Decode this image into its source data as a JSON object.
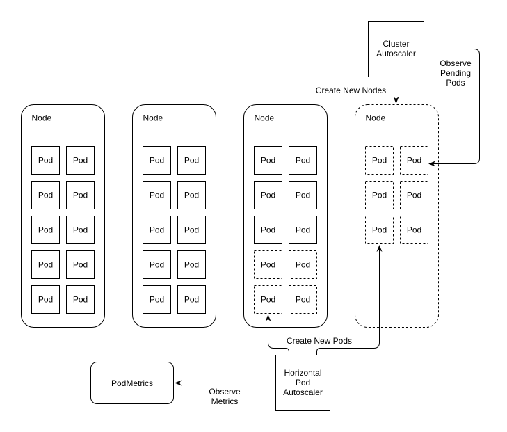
{
  "colors": {
    "stroke": "#000000",
    "background": "#ffffff",
    "text": "#000000"
  },
  "nodes": [
    {
      "label": "Node",
      "border": "solid",
      "pods": [
        {
          "label": "Pod",
          "border": "solid"
        },
        {
          "label": "Pod",
          "border": "solid"
        },
        {
          "label": "Pod",
          "border": "solid"
        },
        {
          "label": "Pod",
          "border": "solid"
        },
        {
          "label": "Pod",
          "border": "solid"
        },
        {
          "label": "Pod",
          "border": "solid"
        },
        {
          "label": "Pod",
          "border": "solid"
        },
        {
          "label": "Pod",
          "border": "solid"
        },
        {
          "label": "Pod",
          "border": "solid"
        },
        {
          "label": "Pod",
          "border": "solid"
        }
      ]
    },
    {
      "label": "Node",
      "border": "solid",
      "pods": [
        {
          "label": "Pod",
          "border": "solid"
        },
        {
          "label": "Pod",
          "border": "solid"
        },
        {
          "label": "Pod",
          "border": "solid"
        },
        {
          "label": "Pod",
          "border": "solid"
        },
        {
          "label": "Pod",
          "border": "solid"
        },
        {
          "label": "Pod",
          "border": "solid"
        },
        {
          "label": "Pod",
          "border": "solid"
        },
        {
          "label": "Pod",
          "border": "solid"
        },
        {
          "label": "Pod",
          "border": "solid"
        },
        {
          "label": "Pod",
          "border": "solid"
        }
      ]
    },
    {
      "label": "Node",
      "border": "solid",
      "pods": [
        {
          "label": "Pod",
          "border": "solid"
        },
        {
          "label": "Pod",
          "border": "solid"
        },
        {
          "label": "Pod",
          "border": "solid"
        },
        {
          "label": "Pod",
          "border": "solid"
        },
        {
          "label": "Pod",
          "border": "solid"
        },
        {
          "label": "Pod",
          "border": "solid"
        },
        {
          "label": "Pod",
          "border": "dashed"
        },
        {
          "label": "Pod",
          "border": "dashed"
        },
        {
          "label": "Pod",
          "border": "dashed"
        },
        {
          "label": "Pod",
          "border": "dashed"
        }
      ]
    },
    {
      "label": "Node",
      "border": "dashed",
      "pods": [
        {
          "label": "Pod",
          "border": "dashed"
        },
        {
          "label": "Pod",
          "border": "dashed"
        },
        {
          "label": "Pod",
          "border": "dashed"
        },
        {
          "label": "Pod",
          "border": "dashed"
        },
        {
          "label": "Pod",
          "border": "dashed"
        },
        {
          "label": "Pod",
          "border": "dashed"
        }
      ]
    }
  ],
  "cluster_autoscaler": {
    "line1": "Cluster",
    "line2": "Autoscaler"
  },
  "hpa": {
    "line1": "Horizontal",
    "line2": "Pod",
    "line3": "Autoscaler"
  },
  "pod_metrics": {
    "label": "PodMetrics"
  },
  "edges": {
    "create_new_nodes": "Create New Nodes",
    "observe_pending_line1": "Observe",
    "observe_pending_line2": "Pending",
    "observe_pending_line3": "Pods",
    "create_new_pods": "Create New Pods",
    "observe_metrics_line1": "Observe",
    "observe_metrics_line2": "Metrics"
  }
}
